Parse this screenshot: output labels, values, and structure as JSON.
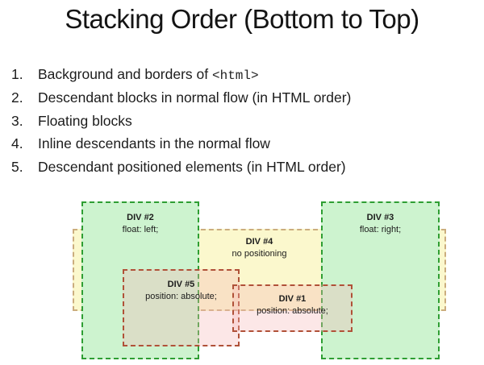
{
  "title": "Stacking Order (Bottom to Top)",
  "list": {
    "items": [
      {
        "number": "1.",
        "text": "Background and borders of ",
        "code": "<html>"
      },
      {
        "number": "2.",
        "text": "Descendant blocks in normal flow (in HTML order)"
      },
      {
        "number": "3.",
        "text": "Floating blocks"
      },
      {
        "number": "4.",
        "text": "Inline descendants in the normal flow"
      },
      {
        "number": "5.",
        "text": "Descendant positioned elements (in HTML order)"
      }
    ]
  },
  "diagram": {
    "div1": {
      "label": "DIV #1",
      "style": "position: absolute;"
    },
    "div2": {
      "label": "DIV #2",
      "style": "float: left;"
    },
    "div3": {
      "label": "DIV #3",
      "style": "float: right;"
    },
    "div4": {
      "label": "DIV #4",
      "style": "no positioning"
    },
    "div5": {
      "label": "DIV #5",
      "style": "position: absolute;"
    },
    "colors": {
      "float_fill": "#cdf3cf",
      "float_border": "#2e9e33",
      "normal_flow_fill": "#fbf8cd",
      "normal_flow_border": "#cbad7e",
      "positioned_fill": "rgba(247,183,183,0.33)",
      "positioned_border": "#b05138"
    }
  }
}
